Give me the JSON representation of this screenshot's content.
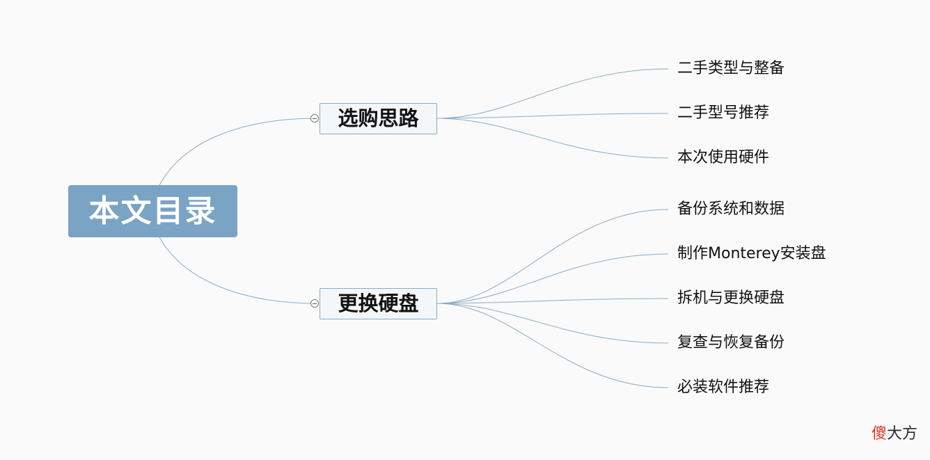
{
  "central_topic": "本文目录",
  "colors": {
    "background": "#fafafa",
    "central_fill": "#7aa3c4",
    "branch_fill": "#f3f7fa",
    "branch_border": "#8aabc4",
    "connector": "#8aabc4",
    "watermark_accent": "#d83a2c"
  },
  "branches": [
    {
      "label": "选购思路",
      "children": [
        "二手类型与整备",
        "二手型号推荐",
        "本次使用硬件"
      ]
    },
    {
      "label": "更换硬盘",
      "children": [
        "备份系统和数据",
        "制作Monterey安装盘",
        "拆机与更换硬盘",
        "复查与恢复备份",
        "必装软件推荐"
      ]
    }
  ],
  "watermark": {
    "accent_char": "傻",
    "rest": "大方"
  }
}
